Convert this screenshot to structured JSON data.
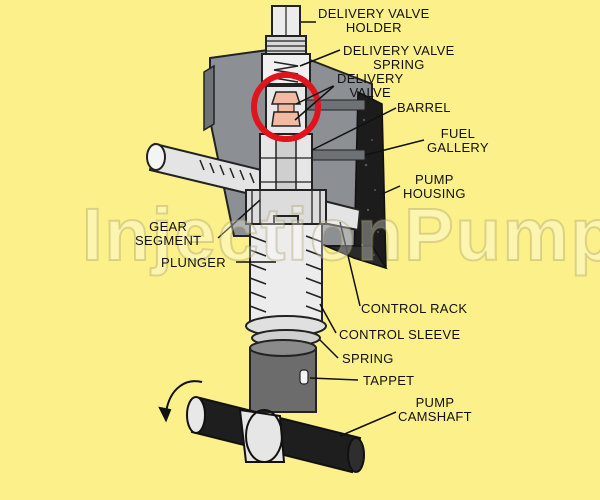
{
  "labels": {
    "delivery_valve_holder": [
      "DELIVERY VALVE",
      "HOLDER"
    ],
    "delivery_valve_spring": [
      "DELIVERY VALVE",
      "SPRING"
    ],
    "delivery_valve": [
      "DELIVERY",
      "VALVE"
    ],
    "barrel": "BARREL",
    "fuel_gallery": [
      "FUEL",
      "GALLERY"
    ],
    "pump_housing": [
      "PUMP",
      "HOUSING"
    ],
    "gear_segment": [
      "GEAR",
      "SEGMENT"
    ],
    "plunger": "PLUNGER",
    "control_rack": "CONTROL RACK",
    "control_sleeve": "CONTROL SLEEVE",
    "spring": "SPRING",
    "tappet": "TAPPET",
    "pump_camshaft": [
      "PUMP",
      "CAMSHAFT"
    ]
  },
  "watermark": "InjectionPump",
  "colors": {
    "background": "#fbf08a",
    "housing": "#8c8f93",
    "metal_light": "#e6e6e6",
    "metal_dark": "#2b2b2b",
    "highlight_circle": "#e0141c",
    "delivery_valve_tint": "#f2b9a3"
  }
}
